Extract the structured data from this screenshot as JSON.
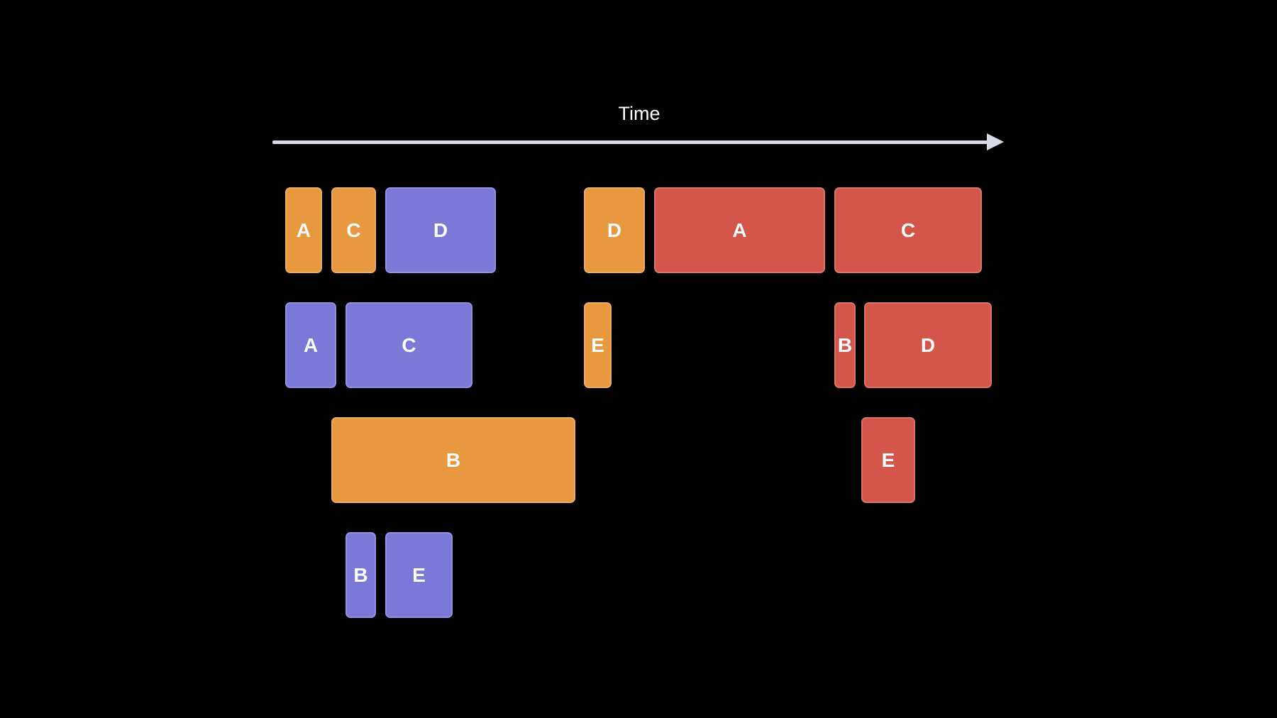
{
  "axis": {
    "title": "Time"
  },
  "colors": {
    "orange": "#e8993f",
    "purple": "#7b78d8",
    "red": "#d4554a",
    "arrow": "#d8dbe6"
  },
  "tasks": [
    {
      "label": "A",
      "color": "orange"
    },
    {
      "label": "C",
      "color": "orange"
    },
    {
      "label": "D",
      "color": "purple"
    },
    {
      "label": "D",
      "color": "orange"
    },
    {
      "label": "A",
      "color": "red"
    },
    {
      "label": "C",
      "color": "red"
    },
    {
      "label": "A",
      "color": "purple"
    },
    {
      "label": "C",
      "color": "purple"
    },
    {
      "label": "E",
      "color": "orange"
    },
    {
      "label": "B",
      "color": "red"
    },
    {
      "label": "D",
      "color": "red"
    },
    {
      "label": "B",
      "color": "orange"
    },
    {
      "label": "E",
      "color": "red"
    },
    {
      "label": "B",
      "color": "purple"
    },
    {
      "label": "E",
      "color": "purple"
    }
  ]
}
